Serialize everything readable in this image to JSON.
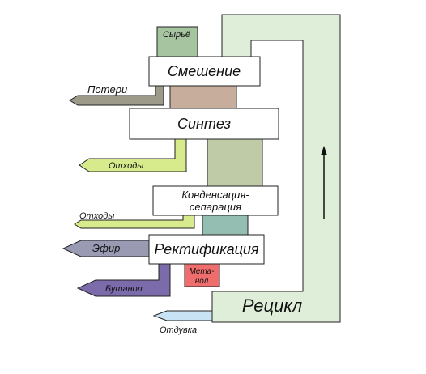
{
  "colors": {
    "recycle": "#dfeed9",
    "raw": "#a7c4a0",
    "stage1": "#c7ad9c",
    "stage2": "#bfcba6",
    "stage3": "#94beb1",
    "losses": "#9d9a8a",
    "waste": "#d8eb8c",
    "ether": "#9a9ab3",
    "butanol": "#7c6bab",
    "purge": "#c8e4f4",
    "methanol": "#f06d6d",
    "box": "#ffffff",
    "outline": "#222222"
  },
  "labels": {
    "raw": "Сырьё",
    "mixing": "Смешение",
    "synthesis": "Синтез",
    "condensation_line1": "Конденсация-",
    "condensation_line2": "сепарация",
    "rectification": "Ректификация",
    "recycle": "Рецикл",
    "losses": "Потери",
    "waste1": "Отходы",
    "waste2": "Отходы",
    "ether": "Эфир",
    "butanol": "Бутанол",
    "purge": "Отдувка",
    "methanol_line1": "Мета-",
    "methanol_line2": "нол"
  }
}
